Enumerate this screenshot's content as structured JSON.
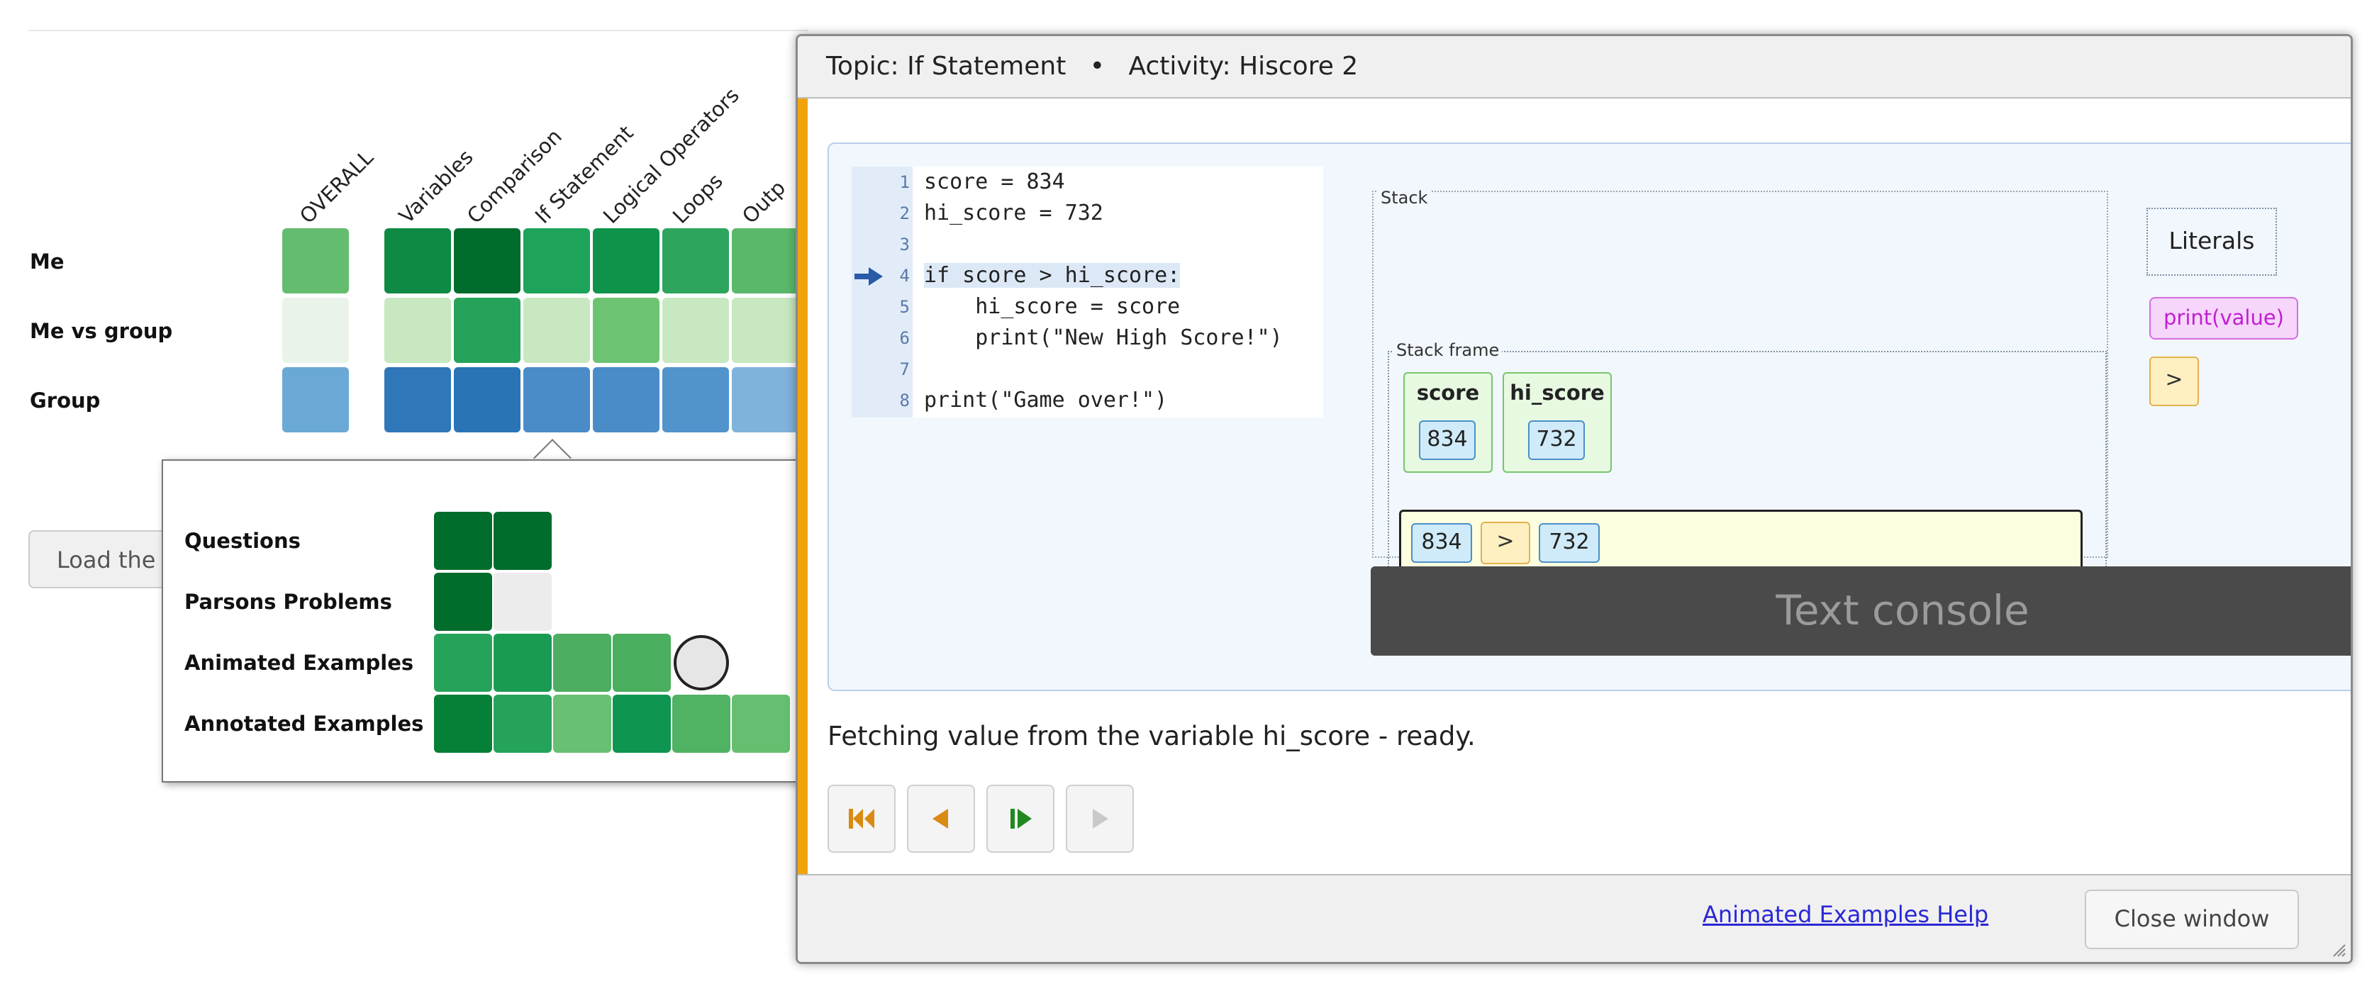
{
  "heatmap": {
    "columns": [
      "OVERALL",
      "Variables",
      "Comparison",
      "If Statement",
      "Logical Operators",
      "Loops",
      "Outp"
    ],
    "rows": [
      {
        "label": "Me",
        "colors": [
          "#64bd6f",
          "#0f8a44",
          "#006d2c",
          "#1ea35a",
          "#0f934b",
          "#2ea55d",
          "#5ab86b"
        ]
      },
      {
        "label": "Me vs group",
        "colors": [
          "#eaf3ea",
          "#c7e8c0",
          "#26a35a",
          "#c7e8c0",
          "#6cc473",
          "#c7e8c0",
          "#c7e8c0"
        ]
      },
      {
        "label": "Group",
        "colors": [
          "#6aa9d6",
          "#2f77b8",
          "#2a74b6",
          "#4a8cc7",
          "#4a8cc7",
          "#5094cb",
          "#7fb3dc"
        ]
      }
    ]
  },
  "load_button": {
    "label": "Load the"
  },
  "popup": {
    "rows": [
      {
        "label": "Questions",
        "cells": [
          "#006d2c",
          "#006d2c"
        ]
      },
      {
        "label": "Parsons Problems",
        "cells": [
          "#006d2c",
          "#ececec"
        ]
      },
      {
        "label": "Animated Examples",
        "cells": [
          "#26a35a",
          "#1a9b52",
          "#4dae62",
          "#4aae5f"
        ],
        "current": true
      },
      {
        "label": "Annotated Examples",
        "cells": [
          "#067f37",
          "#26a35a",
          "#68c073",
          "#0e9650",
          "#50b263",
          "#66bf70"
        ]
      }
    ]
  },
  "dialog": {
    "topic_prefix": "Topic:",
    "topic": "If Statement",
    "separator": "•",
    "activity_prefix": "Activity:",
    "activity": "Hiscore 2",
    "code": [
      {
        "n": "1",
        "text": "score = 834"
      },
      {
        "n": "2",
        "text": "hi_score = 732"
      },
      {
        "n": "3",
        "text": ""
      },
      {
        "n": "4",
        "text": "if score > hi_score:",
        "current": true
      },
      {
        "n": "5",
        "text": "    hi_score = score"
      },
      {
        "n": "6",
        "text": "    print(\"New High Score!\")"
      },
      {
        "n": "7",
        "text": ""
      },
      {
        "n": "8",
        "text": "print(\"Game over!\")"
      }
    ],
    "stack_label": "Stack",
    "frame_label": "Stack frame",
    "variables": [
      {
        "name": "score",
        "value": "834"
      },
      {
        "name": "hi_score",
        "value": "732"
      }
    ],
    "expression": {
      "left": "834",
      "op": ">",
      "right": "732"
    },
    "literals_label": "Literals",
    "literal_function": "print(value)",
    "literal_op": ">",
    "console_text": "Text console",
    "status": "Fetching value from the variable hi_score - ready.",
    "help_link": "Animated Examples Help",
    "close_button": "Close window",
    "controls": [
      {
        "name": "first-step",
        "color": "#d98a10",
        "enabled": true
      },
      {
        "name": "previous-step",
        "color": "#d98a10",
        "enabled": true
      },
      {
        "name": "next-step",
        "color": "#1f8a1f",
        "enabled": true
      },
      {
        "name": "play",
        "color": "#c9c9c9",
        "enabled": false
      }
    ]
  }
}
